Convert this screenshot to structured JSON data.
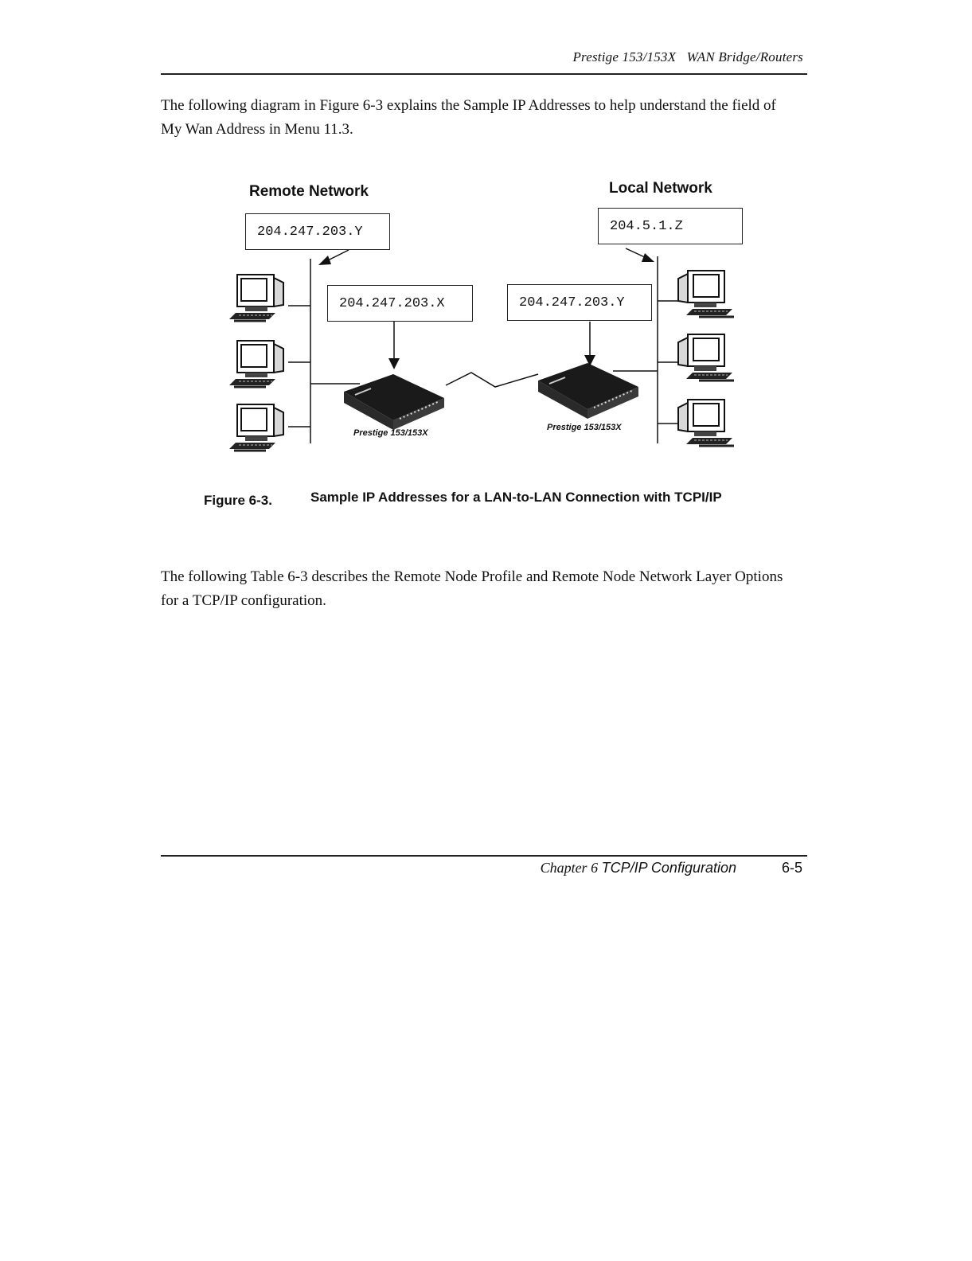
{
  "header": {
    "title": "Prestige 153/153X   WAN Bridge/Routers"
  },
  "intro_paragraph": "The following diagram in Figure 6-3 explains the Sample IP Addresses to help understand the field of My Wan Address in Menu 11.3.",
  "figure": {
    "remote_network_label": "Remote Network",
    "local_network_label": "Local Network",
    "remote_lan_ip": "204.247.203.Y",
    "local_lan_ip": "204.5.1.Z",
    "remote_router_wan_ip": "204.247.203.X",
    "local_router_wan_ip": "204.247.203.Y",
    "remote_router_label": "Prestige 153/153X",
    "local_router_label": "Prestige 153/153X",
    "caption_number": "Figure 6-3.",
    "caption_text": "Sample IP Addresses for a LAN-to-LAN Connection with TCPI/IP"
  },
  "second_paragraph": "The following Table 6-3 describes the Remote Node Profile and Remote Node Network Layer Options for a TCP/IP configuration.",
  "footer": {
    "chapter_prefix": "Chapter 6 ",
    "chapter_title": "TCP/IP Configuration",
    "page_number": "6-5"
  }
}
